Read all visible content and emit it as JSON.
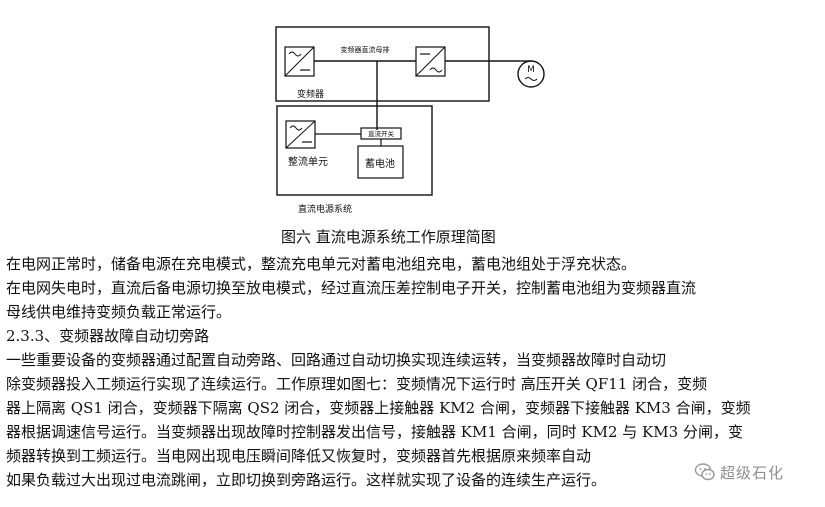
{
  "diagram": {
    "bus_label": "变频器直流母排",
    "inverter_box_label": "变频器",
    "rectifier_label": "整流单元",
    "switch_label": "直流开关",
    "battery_label": "蓄电池",
    "system_label": "直流电源系统",
    "motor_symbol": "M",
    "caption": "图六  直流电源系统工作原理简图"
  },
  "paragraphs": {
    "p1": [
      "      在电网正常时，储备电源在充电模式，整流充电单元对蓄电池组充电，蓄电池组处于浮充状态。",
      "在电网失电时，直流后备电源切换至放电模式，经过直流压差控制电子开关，控制蓄电池组为变频器直流",
      "母线供电维持变频负载正常运行。"
    ],
    "heading": "2.3.3、变频器故障自动切旁路",
    "p2": [
      "      一些重要设备的变频器通过配置自动旁路、回路通过自动切换实现连续运转，当变频器故障时自动切",
      "除变频器投入工频运行实现了连续运行。工作原理如图七：变频情况下运行时 高压开关 QF11 闭合，变频",
      "器上隔离 QS1 闭合，变频器下隔离 QS2 闭合，变频器上接触器 KM2 合闸，变频器下接触器 KM3 合闸，变频",
      "器根据调速信号运行。当变频器出现故障时控制器发出信号，接触器 KM1 合闸，同时 KM2 与 KM3 分闸，变",
      "频器转换到工频运行。当电网出现电压瞬间降低又恢复时，变频器首先根据原来频率自动",
      "如果负载过大出现过电流跳闸，立即切换到旁路运行。这样就实现了设备的连续生产运行。"
    ]
  },
  "watermark": {
    "text": "超级石化",
    "icon": "wechat-icon"
  },
  "colors": {
    "ink": "#111111",
    "watermark": "#9a9a9a"
  }
}
